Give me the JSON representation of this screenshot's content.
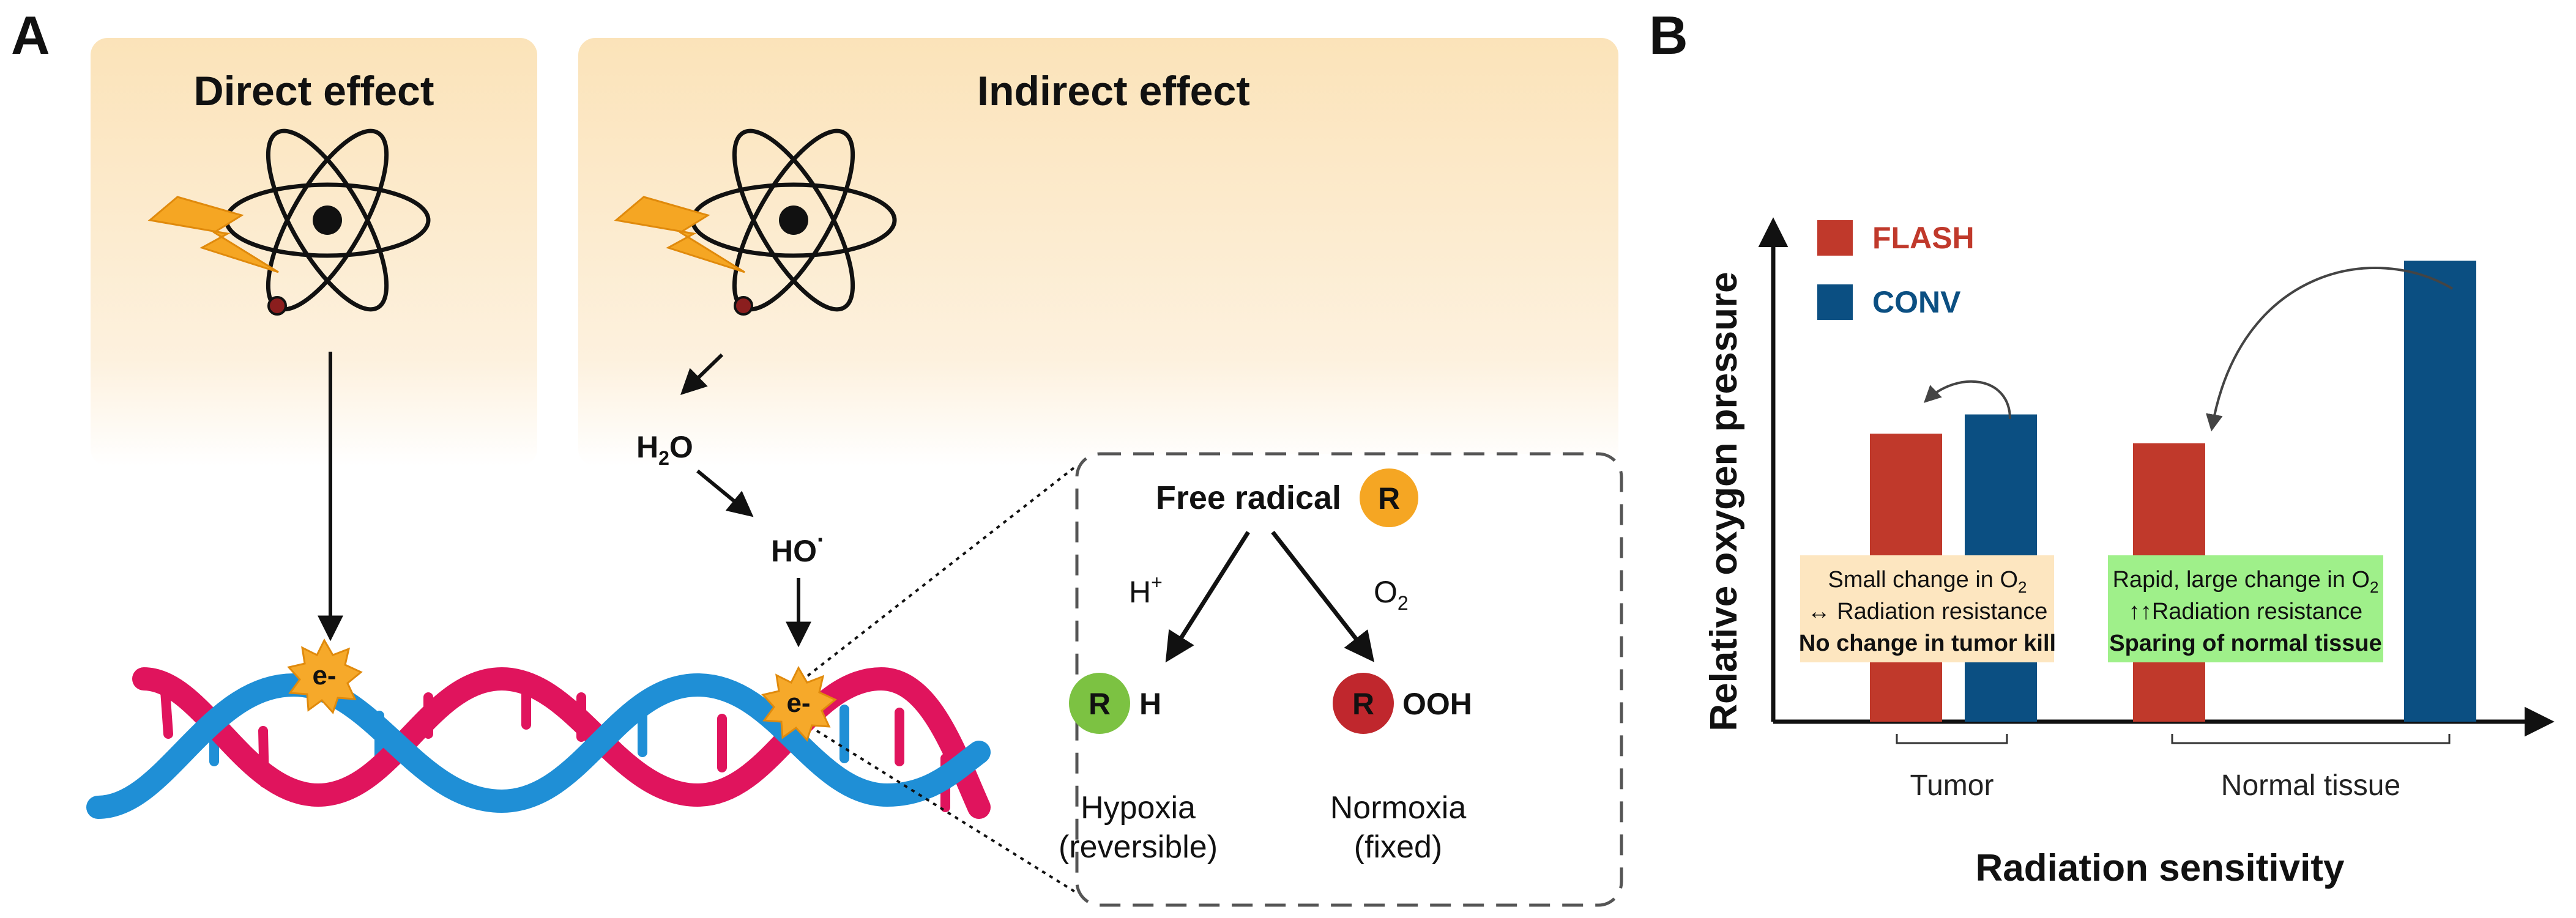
{
  "panel_a": {
    "letter": "A",
    "direct_title": "Direct effect",
    "indirect_title": "Indirect effect",
    "water": {
      "base": "H",
      "sub": "2",
      "tail": "O"
    },
    "hydroxyl": {
      "base": "HO",
      "sup": "·"
    },
    "electron": "e-",
    "inset": {
      "free_radical": "Free radical",
      "r": "R",
      "proton": {
        "base": "H",
        "sup": "+"
      },
      "oxygen": {
        "base": "O",
        "sub": "2"
      },
      "rh_suffix": "H",
      "rooh_suffix": "OOH",
      "hypoxia": "Hypoxia",
      "hypoxia_note": "(reversible)",
      "normoxia": "Normoxia",
      "normoxia_note": "(fixed)"
    }
  },
  "panel_b": {
    "letter": "B",
    "tumor_box": {
      "line1_prefix": "Small change in O",
      "line1_sub": "2",
      "line2": "↔  Radiation resistance",
      "line3": "No change in tumor kill"
    },
    "normal_box": {
      "line1_prefix": "Rapid, large change in O",
      "line1_sub": "2",
      "line2": "↑↑Radiation resistance",
      "line3": "Sparing of normal tissue"
    }
  },
  "chart_data": {
    "type": "bar",
    "xlabel": "Radiation sensitivity",
    "ylabel": "Relative oxygen pressure",
    "categories": [
      "Tumor",
      "Normal tissue"
    ],
    "series": [
      {
        "name": "FLASH",
        "color": "#c0392b",
        "values": [
          0.6,
          0.58
        ]
      },
      {
        "name": "CONV",
        "color": "#0b4f82",
        "values": [
          0.64,
          0.96
        ]
      }
    ],
    "ylim": [
      0,
      1.2
    ],
    "legend": "top-left",
    "grid": false
  }
}
